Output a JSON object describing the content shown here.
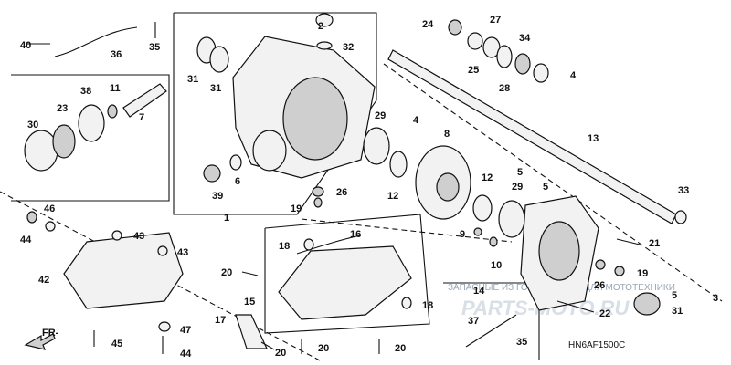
{
  "diagram": {
    "code": "HN6AF1500C",
    "front_label": "FR-",
    "watermark_text": "ЗАПАСНЫЕ ИЗ ГОСУДАРСТВА ДЛЯ МОТОТЕХНИКИ",
    "watermark_logo": "PARTS-MOTO.RU"
  },
  "callouts": {
    "c1": "1",
    "c2": "2",
    "c3": "3",
    "c4a": "4",
    "c4b": "4",
    "c5a": "5",
    "c5b": "5",
    "c5c": "5",
    "c6": "6",
    "c7": "7",
    "c8": "8",
    "c9": "9",
    "c10": "10",
    "c11": "11",
    "c12a": "12",
    "c12b": "12",
    "c13": "13",
    "c14": "14",
    "c15": "15",
    "c16": "16",
    "c17": "17",
    "c18a": "18",
    "c18b": "18",
    "c19a": "19",
    "c19b": "19",
    "c20a": "20",
    "c20b": "20",
    "c20c": "20",
    "c20d": "20",
    "c21": "21",
    "c22": "22",
    "c23": "23",
    "c24": "24",
    "c25": "25",
    "c26a": "26",
    "c26b": "26",
    "c27": "27",
    "c28": "28",
    "c29a": "29",
    "c29b": "29",
    "c30": "30",
    "c31a": "31",
    "c31b": "31",
    "c31c": "31",
    "c32": "32",
    "c33": "33",
    "c34": "34",
    "c35a": "35",
    "c35b": "35",
    "c36": "36",
    "c37": "37",
    "c38": "38",
    "c39": "39",
    "c40": "40",
    "c42": "42",
    "c43a": "43",
    "c43b": "43",
    "c44a": "44",
    "c44b": "44",
    "c45": "45",
    "c46": "46",
    "c47": "47"
  }
}
